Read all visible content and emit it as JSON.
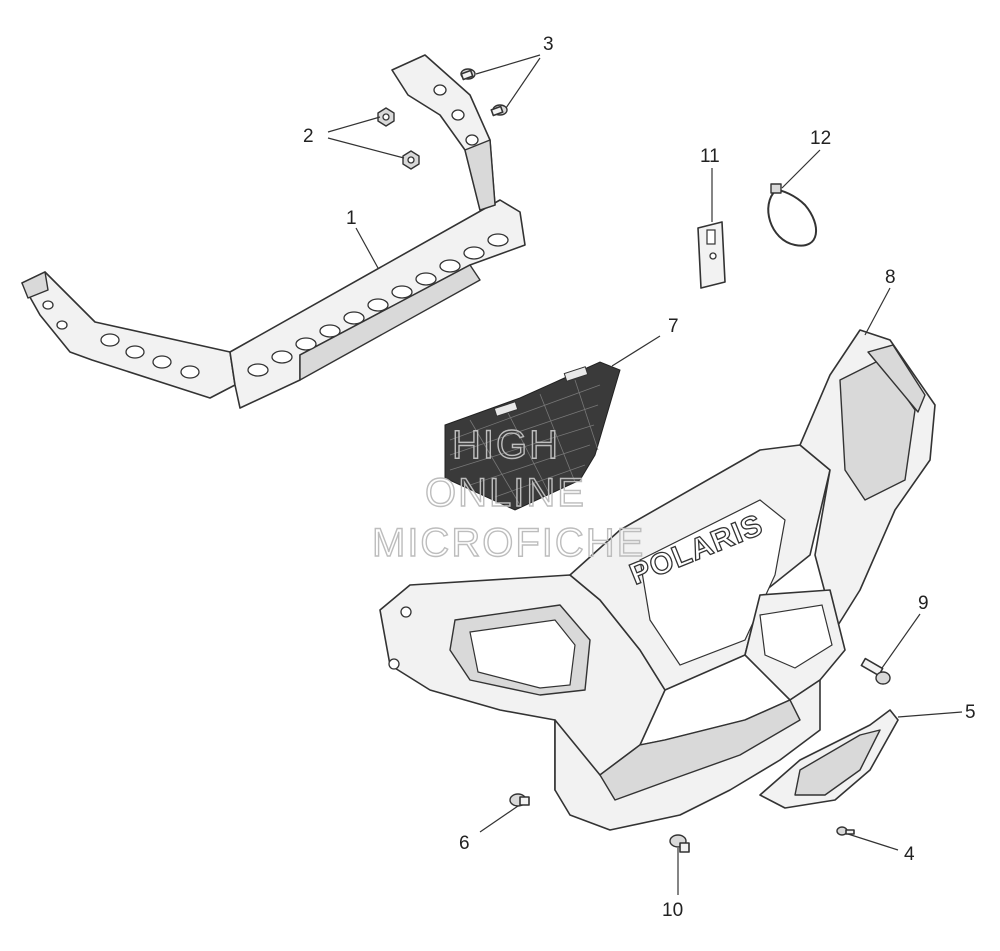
{
  "diagram": {
    "brand_text": "POLARIS",
    "watermark": [
      "HIGH",
      "ONLINE",
      "MICROFICHE"
    ],
    "callouts": [
      {
        "id": "1",
        "label": "1"
      },
      {
        "id": "2",
        "label": "2"
      },
      {
        "id": "3",
        "label": "3"
      },
      {
        "id": "4",
        "label": "4"
      },
      {
        "id": "5",
        "label": "5"
      },
      {
        "id": "6",
        "label": "6"
      },
      {
        "id": "7",
        "label": "7"
      },
      {
        "id": "8",
        "label": "8"
      },
      {
        "id": "9",
        "label": "9"
      },
      {
        "id": "10",
        "label": "10"
      },
      {
        "id": "11",
        "label": "11"
      },
      {
        "id": "12",
        "label": "12"
      }
    ]
  }
}
